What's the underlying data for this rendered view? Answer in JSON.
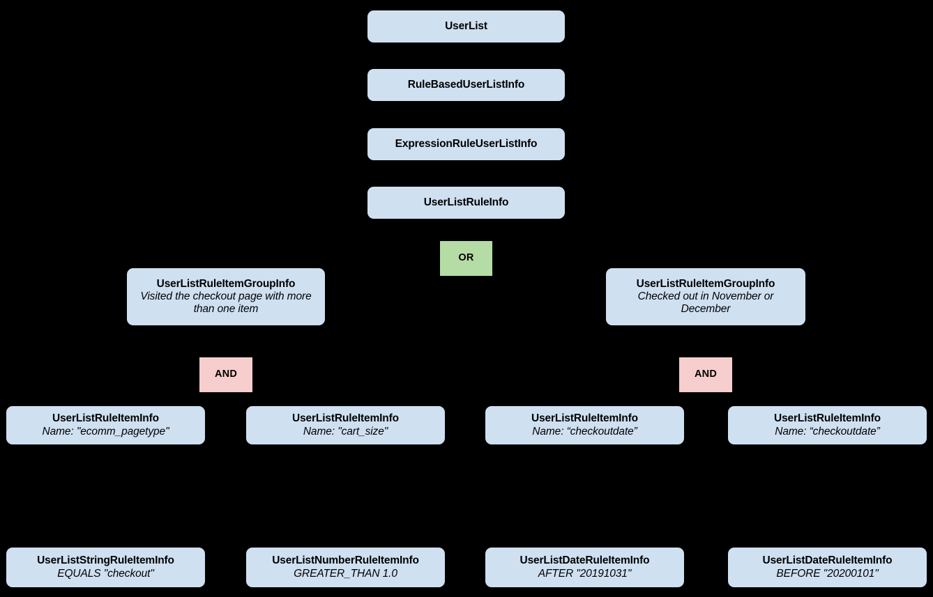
{
  "diagram": {
    "background_color": "#000000",
    "entity_color": "#cfe0f1",
    "or_color": "#b6dca6",
    "and_color": "#f6cecd",
    "text_color": "#000000"
  },
  "nodes": {
    "user_list": {
      "title": "UserList"
    },
    "rule_based_user_list_info": {
      "title": "RuleBasedUserListInfo"
    },
    "expression_rule_user_list_info": {
      "title": "ExpressionRuleUserListInfo"
    },
    "user_list_rule_info": {
      "title": "UserListRuleInfo"
    },
    "or_operator": {
      "label": "OR"
    },
    "group_left": {
      "title": "UserListRuleItemGroupInfo",
      "subtitle": "Visited the checkout page with more than one item"
    },
    "group_right": {
      "title": "UserListRuleItemGroupInfo",
      "subtitle": "Checked out in November or December"
    },
    "and_operator_left": {
      "label": "AND"
    },
    "and_operator_right": {
      "label": "AND"
    },
    "rule_item_1": {
      "title": "UserListRuleItemInfo",
      "subtitle": "Name: \"ecomm_pagetype\""
    },
    "rule_item_2": {
      "title": "UserListRuleItemInfo",
      "subtitle": "Name: \"cart_size\""
    },
    "rule_item_3": {
      "title": "UserListRuleItemInfo",
      "subtitle": "Name: “checkoutdate”"
    },
    "rule_item_4": {
      "title": "UserListRuleItemInfo",
      "subtitle": "Name: “checkoutdate”"
    },
    "leaf_1": {
      "title": "UserListStringRuleItemInfo",
      "subtitle": "EQUALS \"checkout\""
    },
    "leaf_2": {
      "title": "UserListNumberRuleItemInfo",
      "subtitle": "GREATER_THAN 1.0"
    },
    "leaf_3": {
      "title": "UserListDateRuleItemInfo",
      "subtitle": "AFTER \"20191031\""
    },
    "leaf_4": {
      "title": "UserListDateRuleItemInfo",
      "subtitle": "BEFORE \"20200101\""
    }
  }
}
